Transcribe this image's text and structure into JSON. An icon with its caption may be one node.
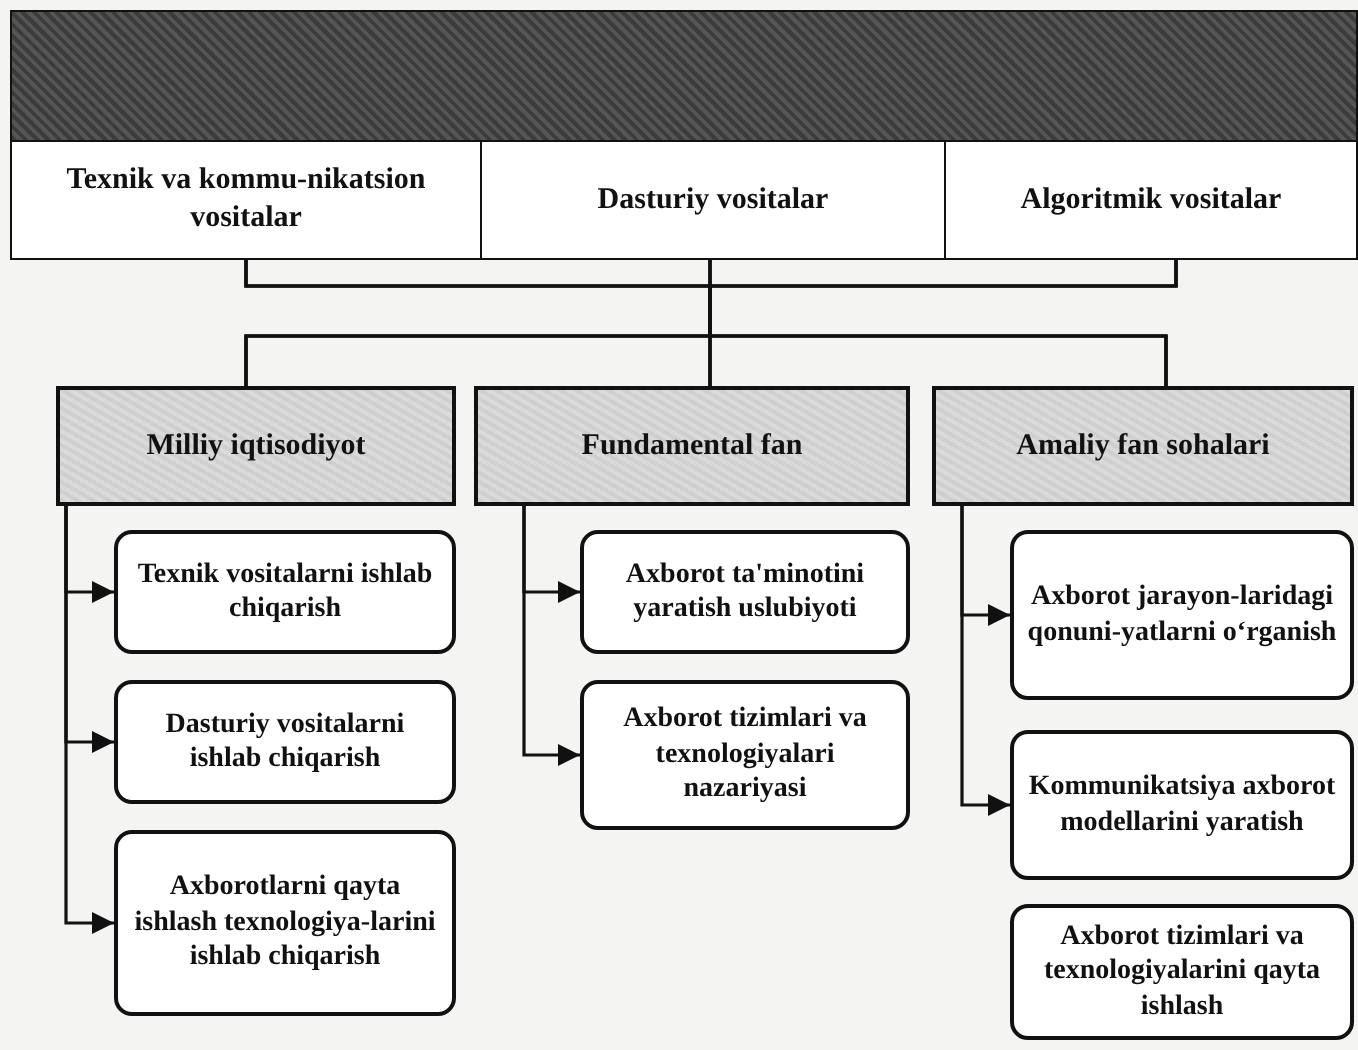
{
  "diagram": {
    "nodes": [
      {
        "text": [],
        "shape": "bar"
      },
      {
        "text": [
          "Texnik va kommu-nikatsion vositalar"
        ]
      },
      {
        "text": [
          "Dasturiy vositalar"
        ]
      },
      {
        "text": [
          "Algoritmik vositalar"
        ]
      },
      {
        "text": [
          "Milliy iqtisodiyot"
        ]
      },
      {
        "text": [
          "Fundamental fan"
        ]
      },
      {
        "text": [
          "Amaliy fan sohalari"
        ]
      },
      {
        "text": [
          "Texnik vositalarni ishlab chiqarish"
        ]
      },
      {
        "text": [
          "Dasturiy vositalarni ishlab chiqarish"
        ]
      },
      {
        "text": [
          "Axborotlarni qayta ishlash texnologiya-larini ishlab chiqarish"
        ]
      },
      {
        "text": [
          "Axborot ta'minotini yaratish uslubiyoti"
        ]
      },
      {
        "text": [
          "Axborot tizimlari va texnologiyalari nazariyasi"
        ]
      },
      {
        "text": [
          "Axborot jarayon-laridagi qonuni-yatlarni o‘rganish"
        ]
      },
      {
        "text": [
          "Kommunikatsiya axborot modellarini yaratish"
        ]
      },
      {
        "text": [
          "Axborot tizimlari va texnologiyalarini qayta ishlash"
        ]
      }
    ],
    "edges": [
      {
        "from": 1,
        "to": 4,
        "arrow": "none"
      },
      {
        "from": 1,
        "to": 5,
        "arrow": "none"
      },
      {
        "from": 1,
        "to": 6,
        "arrow": "none"
      },
      {
        "from": 2,
        "to": 4,
        "arrow": "none"
      },
      {
        "from": 2,
        "to": 5,
        "arrow": "none"
      },
      {
        "from": 2,
        "to": 6,
        "arrow": "none"
      },
      {
        "from": 3,
        "to": 4,
        "arrow": "none"
      },
      {
        "from": 3,
        "to": 5,
        "arrow": "none"
      },
      {
        "from": 3,
        "to": 6,
        "arrow": "none"
      },
      {
        "from": 4,
        "to": 7,
        "arrow": "to"
      },
      {
        "from": 4,
        "to": 8,
        "arrow": "to"
      },
      {
        "from": 4,
        "to": 9,
        "arrow": "to"
      },
      {
        "from": 5,
        "to": 10,
        "arrow": "to"
      },
      {
        "from": 5,
        "to": 11,
        "arrow": "to"
      },
      {
        "from": 6,
        "to": 12,
        "arrow": "to"
      },
      {
        "from": 6,
        "to": 13,
        "arrow": "to"
      }
    ]
  }
}
